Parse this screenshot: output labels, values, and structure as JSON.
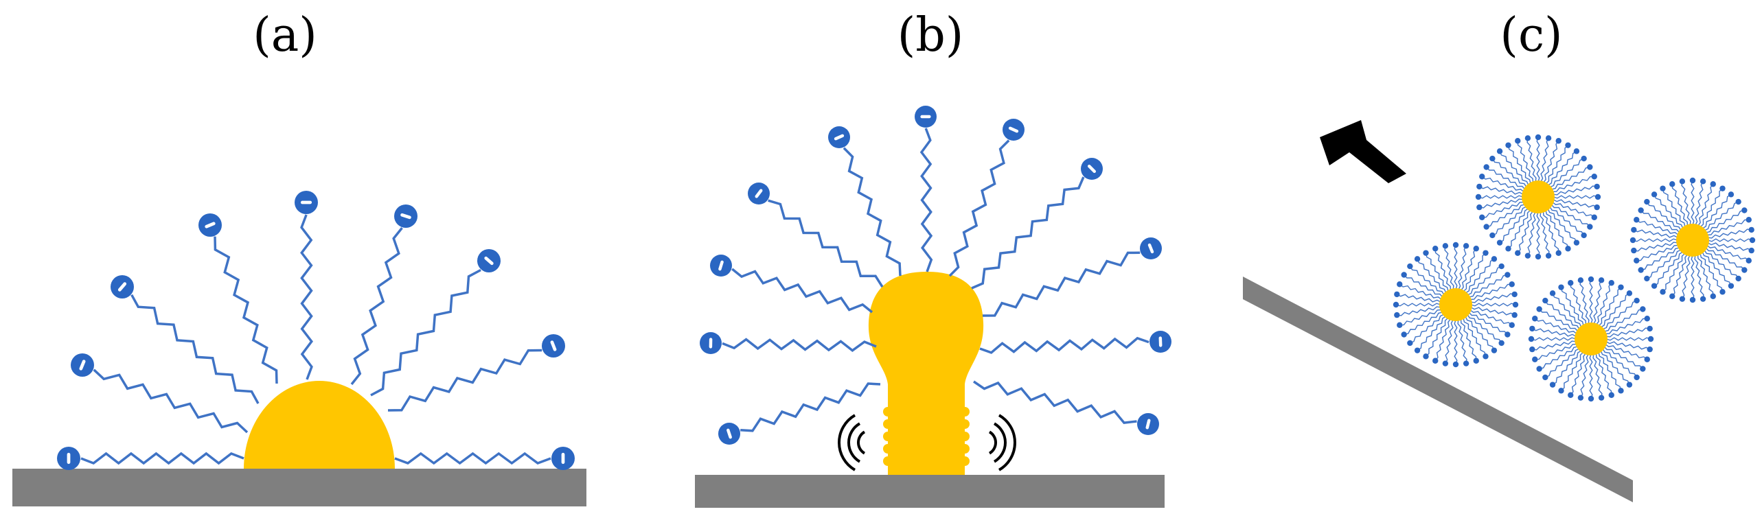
{
  "panels": [
    {
      "id": "a",
      "label": "(a)"
    },
    {
      "id": "b",
      "label": "(b)"
    },
    {
      "id": "c",
      "label": "(c)"
    }
  ],
  "colors": {
    "substrate": "#7f7f7f",
    "droplet": "#ffc600",
    "chain": "#3f73c5",
    "head": "#2a66c2",
    "head_mark": "#ffffff",
    "arrow": "#000000",
    "ultrasound": "#000000"
  },
  "icons": {
    "charge_mark": "minus",
    "direction_arrow": "arrow",
    "ultrasound_waves": "arcs"
  }
}
